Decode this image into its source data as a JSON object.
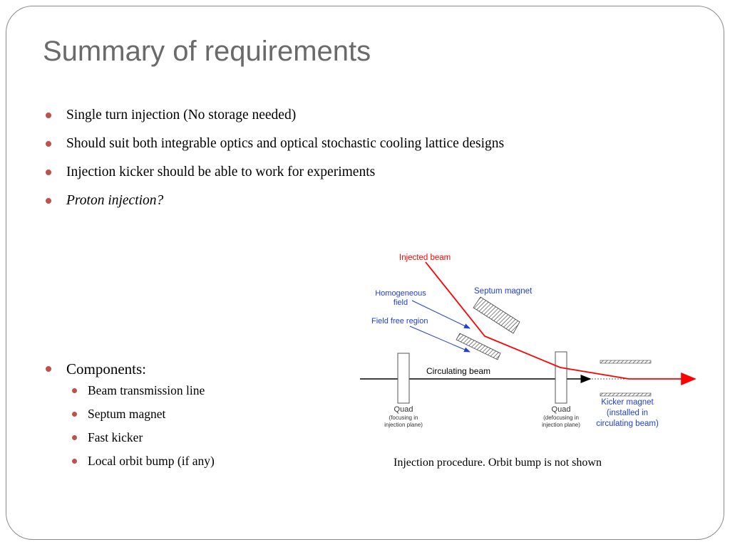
{
  "slide": {
    "title": "Summary of requirements",
    "bullets": [
      "Single turn injection (No storage needed)",
      "Should suit both integrable optics and optical stochastic cooling lattice designs",
      "Injection kicker should be able to work for experiments",
      "Proton injection?"
    ],
    "components": {
      "heading": "Components:",
      "items": [
        "Beam transmission line",
        "Septum magnet",
        "Fast kicker",
        "Local orbit bump (if any)"
      ]
    },
    "caption": "Injection procedure. Orbit bump is not shown"
  },
  "diagram": {
    "injected_beam": "Injected beam",
    "homogeneous_field": [
      "Homogeneous",
      "field"
    ],
    "field_free_region": "Field free region",
    "septum_magnet": "Septum magnet",
    "circulating_beam": "Circulating beam",
    "quad_left": {
      "name": "Quad",
      "note": [
        "(focusing in",
        "injection plane)"
      ]
    },
    "quad_right": {
      "name": "Quad",
      "note": [
        "(defocusing in",
        "injection plane)"
      ]
    },
    "kicker_magnet": [
      "Kicker magnet",
      "(installed in",
      "circulating beam)"
    ],
    "colors": {
      "injected": "#ff0000",
      "label_blue": "#1f3fd6",
      "bullet": "#c0504d"
    }
  }
}
